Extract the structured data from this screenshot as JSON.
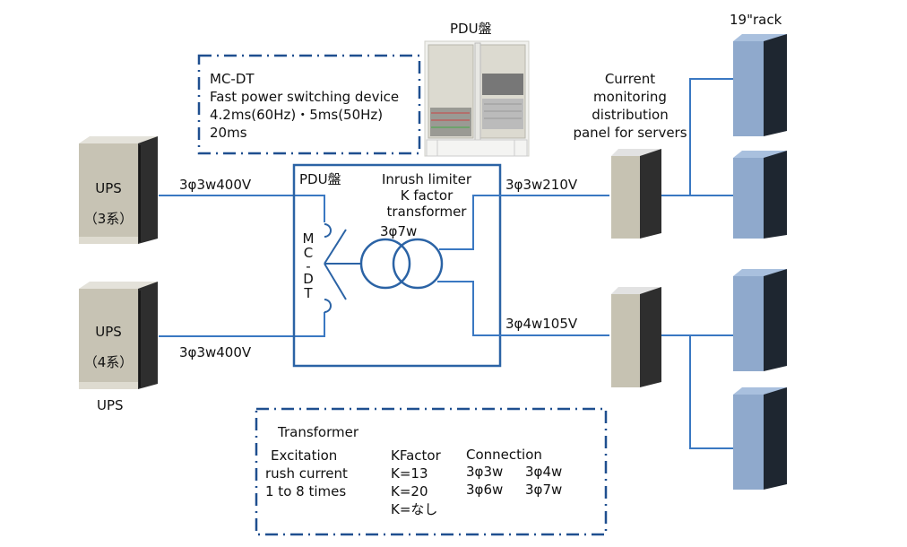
{
  "colors": {
    "wire": "#3a78c2",
    "dash_border": "#1f4f8f",
    "ups_front": "#c7c3b4",
    "ups_top": "#e4e2da",
    "ups_side": "#2e2e2e",
    "rack_front": "#8fa9cc",
    "rack_top": "#a9c0de",
    "rack_side": "#1e2630",
    "panel_front": "#c6c2b2"
  },
  "mcdt_note": {
    "lines": [
      "MC-DT",
      "Fast power switching device",
      "4.2ms(60Hz)・5ms(50Hz)",
      "20ms"
    ]
  },
  "pdu_photo": {
    "label": "PDU盤"
  },
  "ups_units": [
    {
      "line1": "UPS",
      "line2": "（3系）"
    },
    {
      "line1": "UPS",
      "line2": "（4系）"
    }
  ],
  "ups_caption": "UPS",
  "feeds": {
    "ups3_voltage": "3φ3w400V",
    "ups4_voltage": "3φ3w400V",
    "out_upper": "3φ3w210V",
    "out_lower": "3φ4w105V"
  },
  "pdu_box": {
    "label": "PDU盤",
    "transformer_title": [
      "Inrush limiter",
      "K factor",
      "transformer"
    ],
    "transformer_type": "3φ7w",
    "switch_label": [
      "M",
      "C",
      "-",
      "D",
      "T"
    ]
  },
  "distribution_panel": {
    "label": [
      "Current",
      "monitoring",
      "distribution",
      "panel for servers"
    ]
  },
  "rack_label": "19\"rack",
  "transformer_note": {
    "title": "Transformer",
    "excitation": [
      "Excitation",
      "rush current",
      "1 to 8 times"
    ],
    "kfactor": [
      "KFactor",
      "K=13",
      "K=20",
      "K=なし"
    ],
    "connection_title": "Connection",
    "connections": [
      [
        "3φ3w",
        "3φ4w"
      ],
      [
        "3φ6w",
        "3φ7w"
      ]
    ]
  }
}
